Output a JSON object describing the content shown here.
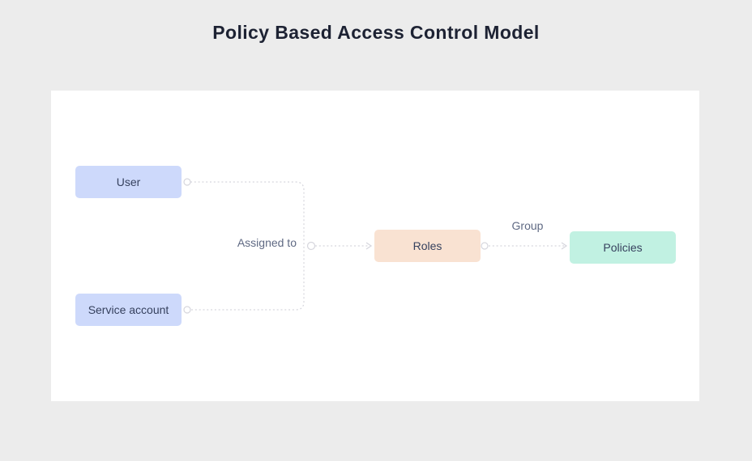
{
  "title": "Policy Based Access Control Model",
  "nodes": {
    "user": {
      "label": "User",
      "fill": "#cdd9fb"
    },
    "service_account": {
      "label": "Service account",
      "fill": "#cdd9fb"
    },
    "roles": {
      "label": "Roles",
      "fill": "#f9e2d2"
    },
    "policies": {
      "label": "Policies",
      "fill": "#c1f1e2"
    }
  },
  "edges": {
    "assigned_to": {
      "label": "Assigned to",
      "from": "User / Service account",
      "to": "Roles"
    },
    "group": {
      "label": "Group",
      "from": "Roles",
      "to": "Policies"
    }
  },
  "colors": {
    "page_bg": "#ececec",
    "canvas_bg": "#ffffff",
    "title": "#1d2233",
    "node_text": "#36415e",
    "edge_label": "#5f6983",
    "connector": "#d6d6dd"
  }
}
